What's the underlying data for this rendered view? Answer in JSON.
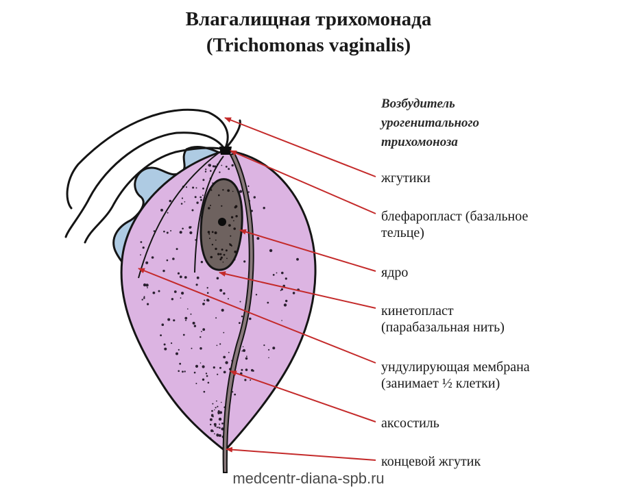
{
  "title": {
    "line1": "Влагалищная трихомонада",
    "line2": "(Trichomonas vaginalis)"
  },
  "caption": {
    "line1": "Возбудитель",
    "line2": "урогенитального",
    "line3": "трихомоноза"
  },
  "labels": {
    "flagella": "жгутики",
    "blepharoplast": {
      "line1": "блефаропласт (базальное",
      "line2": "тельце)"
    },
    "nucleus": "ядро",
    "kinetoplast": {
      "line1": "кинетопласт",
      "line2": "(парабазальная нить)"
    },
    "membrane": {
      "line1": "ундулирующая мембрана",
      "line2": "(занимает ½ клетки)"
    },
    "axostyle": "аксостиль",
    "terminal_flagellum": "концевой жгутик"
  },
  "watermark": "medcentr-diana-spb.ru",
  "colors": {
    "cell": "#dcb4e2",
    "membrane": "#aecbe3",
    "nucleus": "#6e625f",
    "arrow": "#c42a2a",
    "outline": "#151515"
  }
}
